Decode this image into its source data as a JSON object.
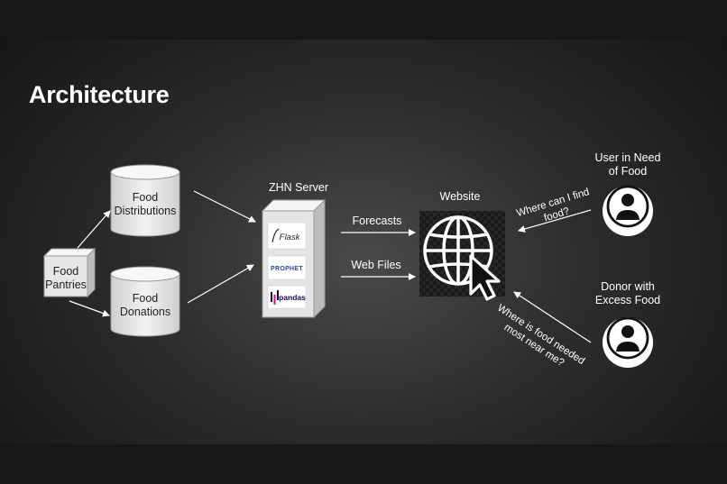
{
  "slide": {
    "title": "Architecture"
  },
  "nodes": {
    "food_pantries": {
      "line1": "Food",
      "line2": "Pantries"
    },
    "food_distributions": {
      "line1": "Food",
      "line2": "Distributions"
    },
    "food_donations": {
      "line1": "Food",
      "line2": "Donations"
    },
    "server": {
      "label": "ZHN Server",
      "logos": {
        "flask": "Flask",
        "prophet": "PROPHET",
        "pandas": "pandas"
      }
    },
    "website": {
      "label": "Website"
    },
    "user_need": {
      "line1": "User in Need",
      "line2": "of Food"
    },
    "donor": {
      "line1": "Donor with",
      "line2": "Excess Food"
    }
  },
  "edges": {
    "forecasts": "Forecasts",
    "web_files": "Web Files",
    "question_user": {
      "line1": "Where can I find",
      "line2": "food?"
    },
    "question_donor": {
      "line1": "Where is food needed",
      "line2": "most near me?"
    }
  },
  "colors": {
    "background": "#2c2c2c",
    "node_fill": "#e8e8e8",
    "text_light": "#ffffff",
    "text_dark": "#222222"
  }
}
